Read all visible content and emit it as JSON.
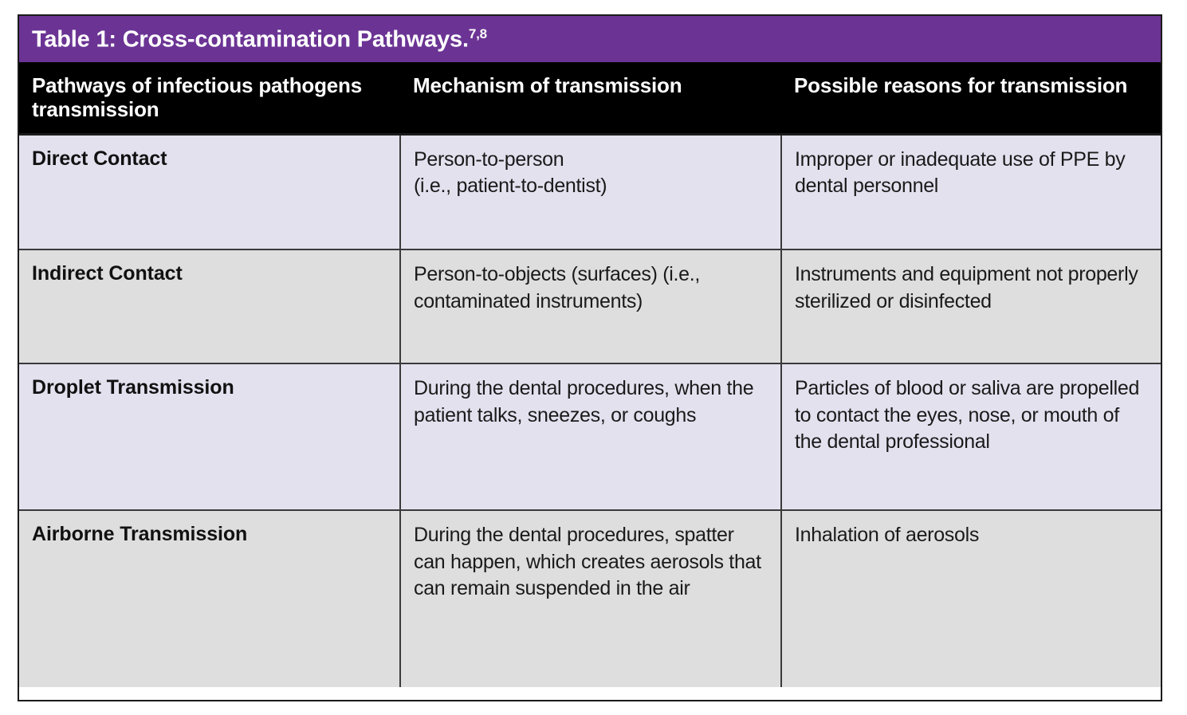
{
  "table": {
    "caption": "Table 1: Cross-contamination Pathways.",
    "caption_superscript": "7,8",
    "colors": {
      "caption_bar": "#6B3494",
      "header_row": "#000000",
      "row_odd": "#E4E1EF",
      "row_even": "#DEDEDE",
      "border": "#1A1A1A",
      "caption_text": "#FFFFFF",
      "header_text": "#FFFFFF",
      "body_text": "#1A1A1A"
    },
    "columns": [
      "Pathways of infectious pathogens transmission",
      "Mechanism of transmission",
      "Possible reasons for transmission"
    ],
    "rows": [
      {
        "pathway": "Direct Contact",
        "mechanism": "Person-to-person\n(i.e., patient-to-dentist)",
        "reason": "Improper or inadequate use of PPE by dental personnel"
      },
      {
        "pathway": "Indirect Contact",
        "mechanism": "Person-to-objects (surfaces) (i.e., contaminated instruments)",
        "reason": "Instruments and equipment not properly sterilized or disinfected"
      },
      {
        "pathway": "Droplet Transmission",
        "mechanism": "During the dental procedures, when the patient talks, sneezes, or coughs",
        "reason": "Particles of blood or saliva are propelled to contact the eyes, nose, or mouth of the dental professional"
      },
      {
        "pathway": "Airborne Transmission",
        "mechanism": "During the dental procedures, spatter can happen, which creates aerosols that can remain suspended in the air",
        "reason": "Inhalation of aerosols"
      }
    ]
  }
}
